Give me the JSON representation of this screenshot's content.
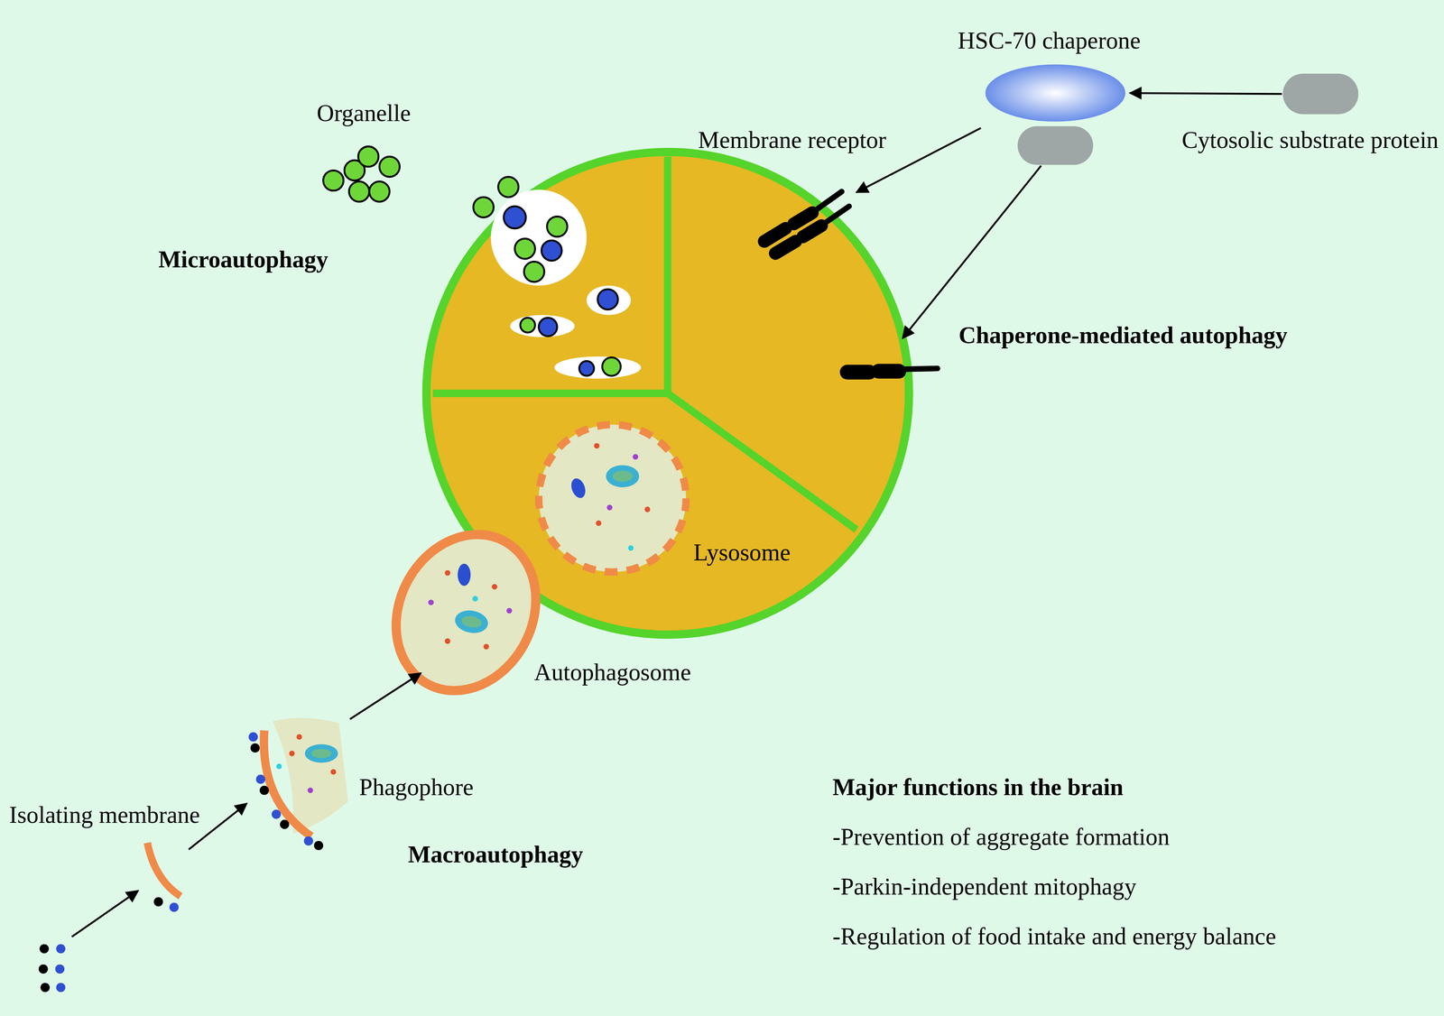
{
  "diagram": {
    "nodes": [
      {
        "text": [
          "Lysosome"
        ]
      },
      {
        "text": [
          "HSC-70 chaperone"
        ]
      },
      {
        "text": [
          "Cytosolic substrate protein"
        ]
      },
      {
        "text": [
          "Membrane receptor"
        ]
      },
      {
        "text": [
          "Autophagosome"
        ]
      },
      {
        "text": [
          "Phagophore"
        ]
      },
      {
        "text": [
          "Isolating membrane"
        ]
      }
    ],
    "edges": [
      {
        "from": 2,
        "to": 1,
        "arrow": "to"
      },
      {
        "from": 1,
        "to": 3,
        "arrow": "to"
      },
      {
        "from": 1,
        "to": 0,
        "arrow": "to"
      },
      {
        "from": 6,
        "to": 5,
        "arrow": "to"
      },
      {
        "from": 5,
        "to": 4,
        "arrow": "to"
      }
    ],
    "labels": [
      "Organelle",
      "Microautophagy",
      "Chaperone-mediated autophagy",
      "Macroautophagy",
      "Major functions in the brain",
      "-Prevention of aggregate formation",
      "-Parkin-independent mitophagy",
      "-Regulation of food intake and energy balance"
    ]
  }
}
